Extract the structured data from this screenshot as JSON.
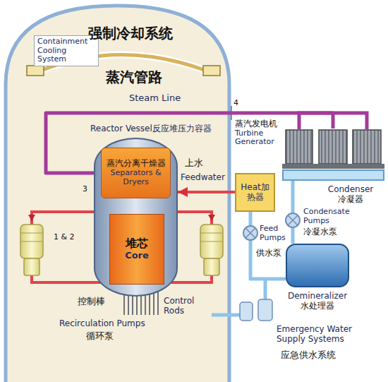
{
  "diagram": {
    "nodes": [
      {
        "text": [
          "Reactor Vessel反应堆压力容器"
        ]
      },
      {
        "text": [
          "蒸汽分离干燥器",
          "Separators & Dryers"
        ],
        "in": 0
      },
      {
        "text": [
          "堆芯",
          "Core"
        ],
        "in": 0
      },
      {
        "text": [
          "蒸汽发电机",
          "Turbine Generator"
        ]
      },
      {
        "text": [
          "Condenser",
          "冷凝器"
        ]
      },
      {
        "text": [
          "Heat加热器"
        ]
      },
      {
        "text": [
          "Demineralizer",
          "水处理器"
        ]
      }
    ],
    "edges": [
      {
        "from": 1,
        "to": 3,
        "arrow": "none"
      },
      {
        "from": 5,
        "to": 0,
        "arrow": "to"
      },
      {
        "from": 4,
        "to": 6,
        "arrow": "none"
      },
      {
        "from": 6,
        "to": 5,
        "arrow": "none"
      }
    ],
    "labels": [
      "Containment Cooling System",
      "强制冷却系统",
      "蒸汽管路",
      "Steam Line",
      "4",
      "上水",
      "Feedwater",
      "3",
      "1 & 2",
      "控制棒",
      "Control Rods",
      "Recirculation Pumps",
      "循环泵",
      "Feed Pumps",
      "供水泵",
      "Condensate Pumps",
      "冷凝水泵",
      "Emergency Water Supply Systems",
      "应急供水系统"
    ]
  }
}
